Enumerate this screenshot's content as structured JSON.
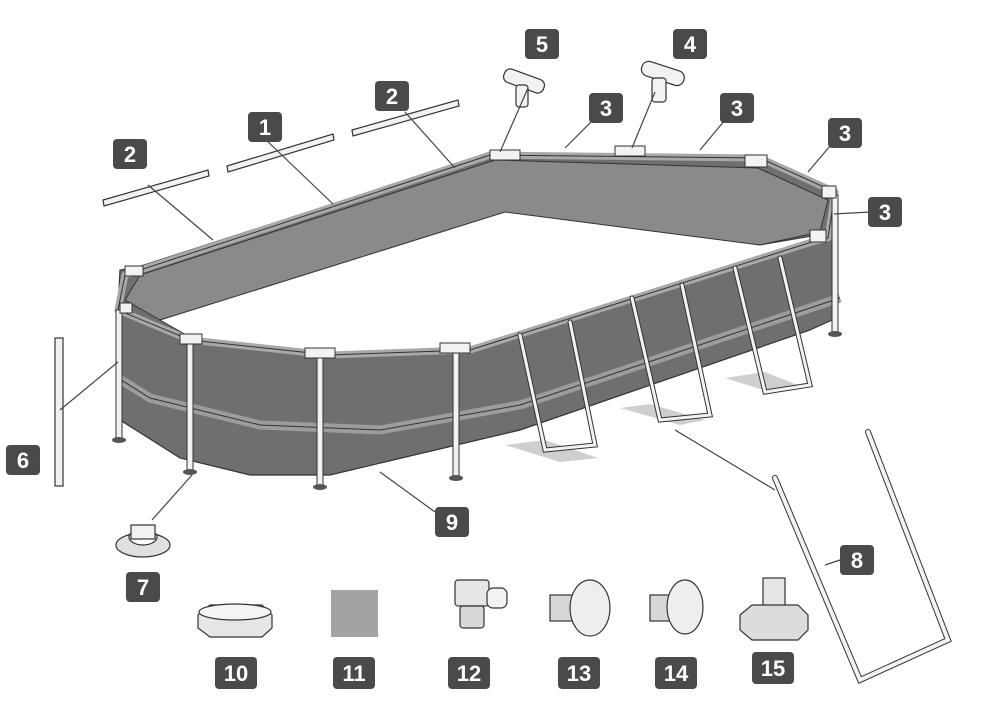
{
  "callouts": [
    {
      "id": "c1",
      "text": "1"
    },
    {
      "id": "c2a",
      "text": "2"
    },
    {
      "id": "c2b",
      "text": "2"
    },
    {
      "id": "c3a",
      "text": "3"
    },
    {
      "id": "c3b",
      "text": "3"
    },
    {
      "id": "c3c",
      "text": "3"
    },
    {
      "id": "c3d",
      "text": "3"
    },
    {
      "id": "c4",
      "text": "4"
    },
    {
      "id": "c5",
      "text": "5"
    },
    {
      "id": "c6",
      "text": "6"
    },
    {
      "id": "c7",
      "text": "7"
    },
    {
      "id": "c8",
      "text": "8"
    },
    {
      "id": "c9",
      "text": "9"
    },
    {
      "id": "c10",
      "text": "10"
    },
    {
      "id": "c11",
      "text": "11"
    },
    {
      "id": "c12",
      "text": "12"
    },
    {
      "id": "c13",
      "text": "13"
    },
    {
      "id": "c14",
      "text": "14"
    },
    {
      "id": "c15",
      "text": "15"
    }
  ],
  "colors": {
    "badge": "#4a4a4a",
    "pool_wall": "#6f6f6f",
    "pool_rim": "#a8a8a8",
    "frame": "#f2f2f2",
    "liner_square": "#a3a3a3"
  }
}
